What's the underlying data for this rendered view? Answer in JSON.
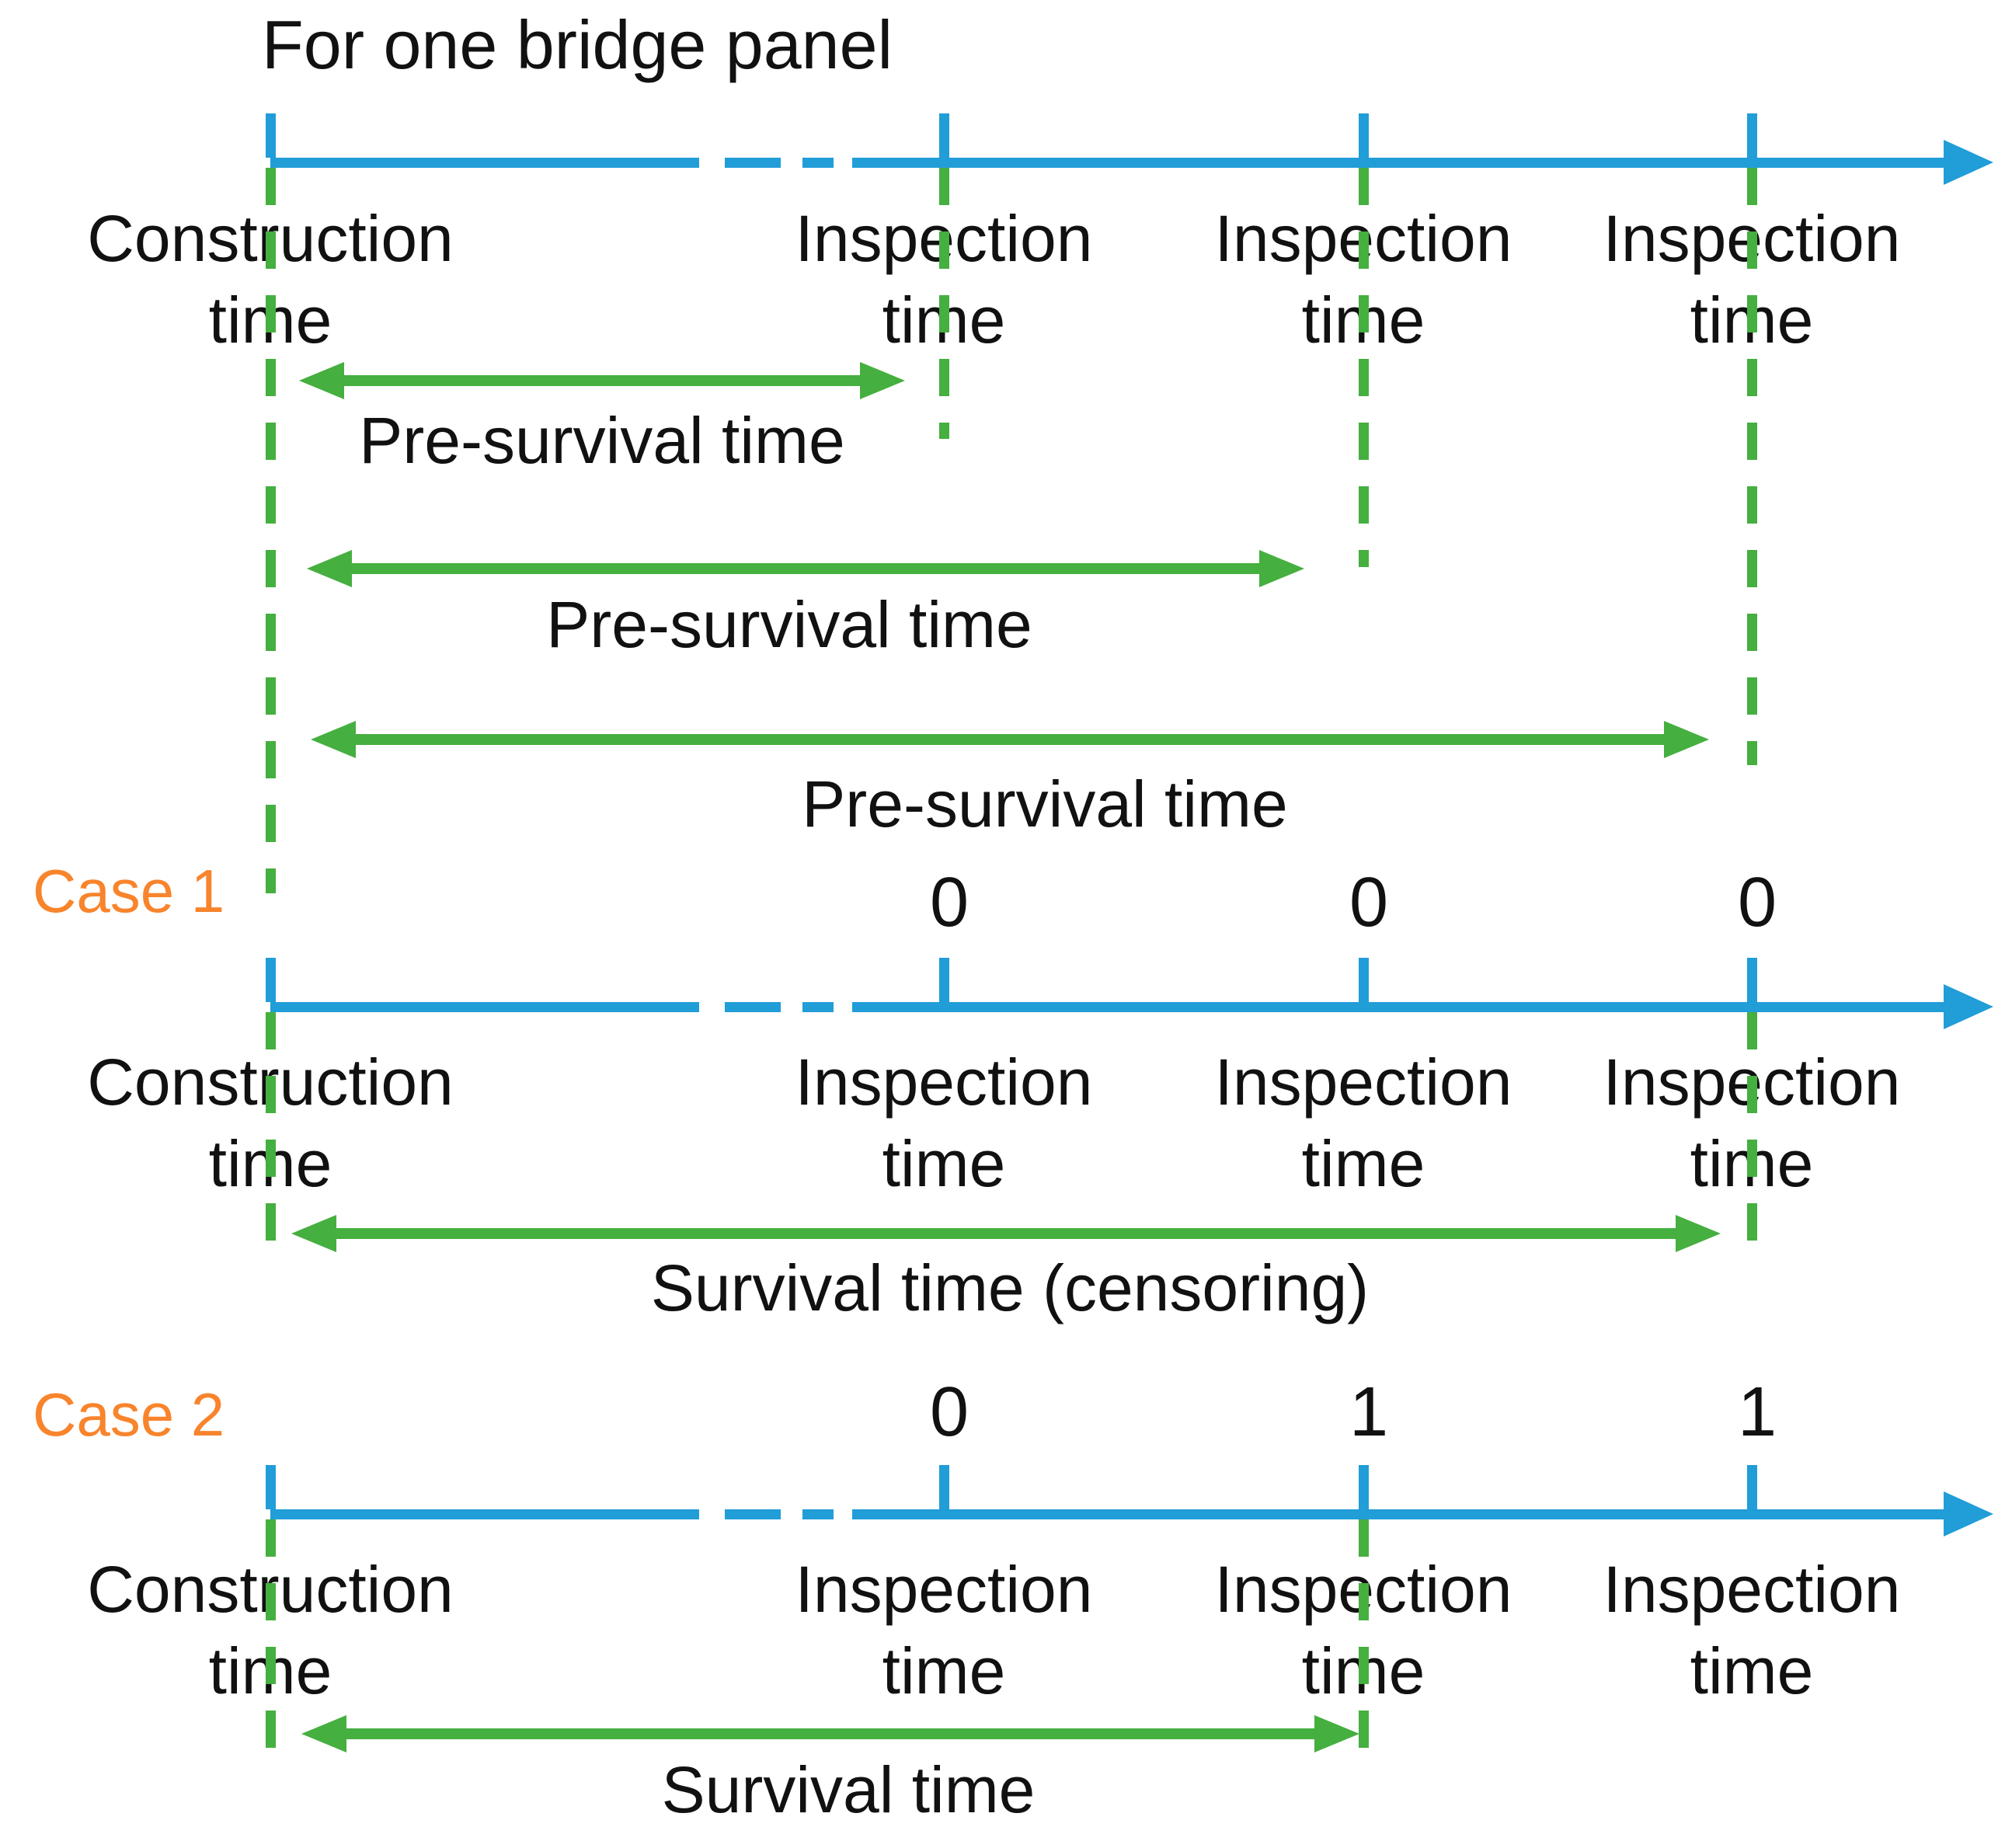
{
  "title": "For one bridge panel",
  "colors": {
    "timeline_blue": "#219DD8",
    "arrow_green": "#45AF3F",
    "case_orange": "#F8842C",
    "text_black": "#111111"
  },
  "sections": [
    {
      "name": "overview",
      "events": [
        {
          "line1": "Construction",
          "line2": "time"
        },
        {
          "line1": "Inspection",
          "line2": "time"
        },
        {
          "line1": "Inspection",
          "line2": "time"
        },
        {
          "line1": "Inspection",
          "line2": "time"
        }
      ],
      "arrows": [
        {
          "label": "Pre-survival time"
        },
        {
          "label": "Pre-survival time"
        },
        {
          "label": "Pre-survival time"
        }
      ]
    },
    {
      "name": "case1",
      "case_label": "Case 1",
      "inspection_outcomes": [
        "0",
        "0",
        "0"
      ],
      "events": [
        {
          "line1": "Construction",
          "line2": "time"
        },
        {
          "line1": "Inspection",
          "line2": "time"
        },
        {
          "line1": "Inspection",
          "line2": "time"
        },
        {
          "line1": "Inspection",
          "line2": "time"
        }
      ],
      "arrows": [
        {
          "label": "Survival time (censoring)"
        }
      ]
    },
    {
      "name": "case2",
      "case_label": "Case 2",
      "inspection_outcomes": [
        "0",
        "1",
        "1"
      ],
      "events": [
        {
          "line1": "Construction",
          "line2": "time"
        },
        {
          "line1": "Inspection",
          "line2": "time"
        },
        {
          "line1": "Inspection",
          "line2": "time"
        },
        {
          "line1": "Inspection",
          "line2": "time"
        }
      ],
      "arrows": [
        {
          "label": "Survival time"
        }
      ]
    }
  ]
}
